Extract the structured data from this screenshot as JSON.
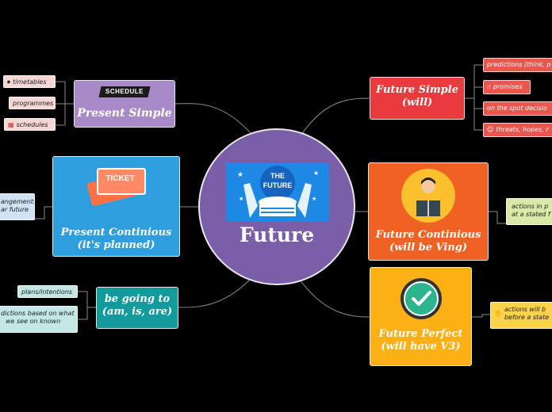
{
  "center": {
    "title": "Future",
    "image_text": [
      "THE",
      "FUTURE"
    ]
  },
  "topics": {
    "present_simple": {
      "title": "Present Simple",
      "image_text": "SCHEDULE"
    },
    "present_continious": {
      "title_lines": [
        "Present Continious",
        "(it's planned)"
      ],
      "image_text": "TICKET"
    },
    "be_going_to": {
      "title_lines": [
        "be going to",
        "(am, is, are)"
      ]
    },
    "future_simple": {
      "title_lines": [
        "Future Simple",
        "(will)"
      ]
    },
    "future_continious": {
      "title_lines": [
        "Future Continious",
        "(will be Ving)"
      ]
    },
    "future_perfect": {
      "title_lines": [
        "Future Perfect",
        "(will have V3)"
      ]
    }
  },
  "leaves": {
    "present_simple": [
      {
        "icon": "clock-icon",
        "text": "timetables"
      },
      {
        "icon": "",
        "text": "programmes"
      },
      {
        "icon": "calendar-icon",
        "text": "schedules"
      }
    ],
    "present_continious": [
      "angements",
      "ar future"
    ],
    "be_going_to": [
      {
        "lines": [
          "plans/intentions"
        ]
      },
      {
        "lines": [
          "dictions based on what",
          "we see on known"
        ]
      }
    ],
    "future_simple": [
      {
        "icon": "",
        "text": "predictions (think, p"
      },
      {
        "icon": "finger-icon",
        "text": "promises"
      },
      {
        "icon": "",
        "text": "on the spot decisio"
      },
      {
        "icon": "face-icon",
        "text": "threats, hopes, r"
      }
    ],
    "future_continious": [
      "actions in p",
      "at a stated f"
    ],
    "future_perfect": {
      "icon": "hand-icon",
      "lines": [
        "actions will b",
        "before a state"
      ]
    }
  },
  "colors": {
    "background": "#000000",
    "center": "#7b5ea8",
    "present_simple": "#a98ac9",
    "present_continious": "#2e9ede",
    "be_going_to": "#129a9c",
    "future_simple": "#e93a3d",
    "future_continious": "#ef6223",
    "future_perfect": "#fbb016",
    "connector": "#8a8a8a"
  }
}
